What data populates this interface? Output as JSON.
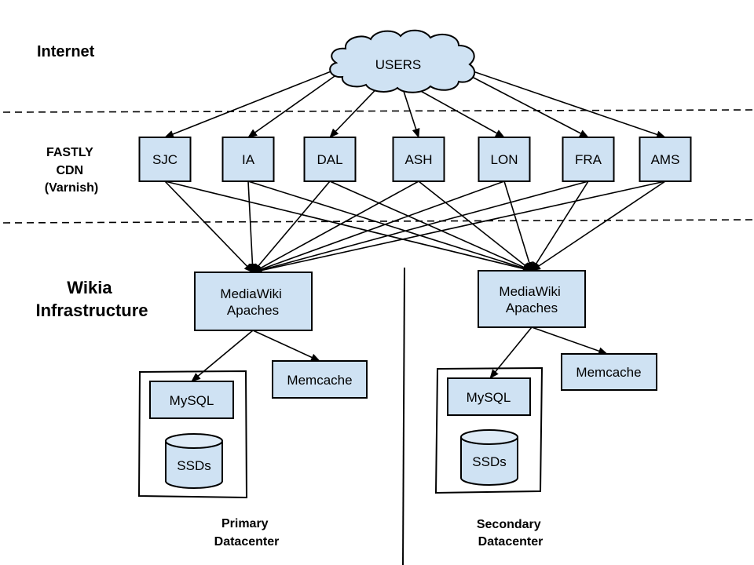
{
  "zones": {
    "internet": "Internet",
    "cdn": [
      "FASTLY",
      "CDN",
      "(Varnish)"
    ],
    "infra": [
      "Wikia",
      "Infrastructure"
    ]
  },
  "users": {
    "label": "USERS"
  },
  "cdn_nodes": [
    {
      "id": "sjc",
      "label": "SJC"
    },
    {
      "id": "ia",
      "label": "IA"
    },
    {
      "id": "dal",
      "label": "DAL"
    },
    {
      "id": "ash",
      "label": "ASH"
    },
    {
      "id": "lon",
      "label": "LON"
    },
    {
      "id": "fra",
      "label": "FRA"
    },
    {
      "id": "ams",
      "label": "AMS"
    }
  ],
  "datacenters": {
    "primary": {
      "apache": [
        "MediaWiki",
        "Apaches"
      ],
      "memcache": "Memcache",
      "mysql": "MySQL",
      "storage": "SSDs",
      "caption": [
        "Primary",
        "Datacenter"
      ]
    },
    "secondary": {
      "apache": [
        "MediaWiki",
        "Apaches"
      ],
      "memcache": "Memcache",
      "mysql": "MySQL",
      "storage": "SSDs",
      "caption": [
        "Secondary",
        "Datacenter"
      ]
    }
  },
  "edges": {
    "users_to_cdn": [
      "sjc",
      "ia",
      "dal",
      "ash",
      "lon",
      "fra",
      "ams"
    ],
    "cdn_to_apaches": "each CDN node connects to both primary and secondary MediaWiki Apaches",
    "apache_to": [
      "mysql",
      "memcache"
    ]
  },
  "colors": {
    "node_fill": "#cfe2f3",
    "stroke": "#000000",
    "background": "#ffffff"
  }
}
